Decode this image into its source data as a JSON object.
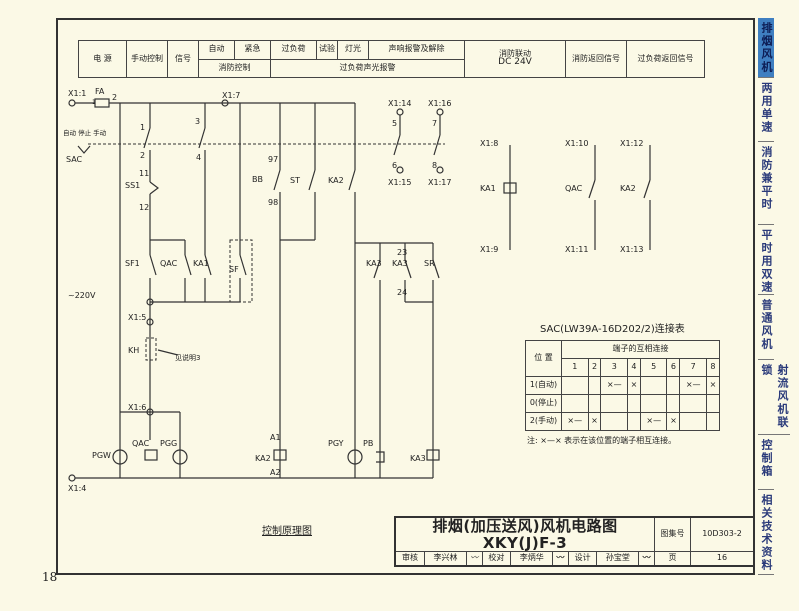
{
  "header_table": {
    "power": "电 源",
    "manual_control": "手动控制",
    "signal": "信号",
    "auto": "自动",
    "emergency": "紧急",
    "overload": "过负荷",
    "test": "试验",
    "light": "灯光",
    "sound_alarm": "声响报警及解除",
    "fire_control": "消防控制",
    "overload_alarm": "过负荷声光报警",
    "fire_link": "消防联动",
    "fire_link_voltage": "DC 24V",
    "fire_return": "消防返回信号",
    "overload_return": "过负荷返回信号"
  },
  "circuit": {
    "x1_1": "X1:1",
    "fa": "FA",
    "fa_1": "1",
    "fa_2": "2",
    "x1_7": "X1:7",
    "x1_14": "X1:14",
    "x1_16": "X1:16",
    "x1_15": "X1:15",
    "x1_17": "X1:17",
    "sac_positions": "自动 停止 手动",
    "sac": "SAC",
    "voltage": "~220V",
    "ss1": "SS1",
    "sf1": "SF1",
    "qac": "QAC",
    "ka1": "KA1",
    "sf": "SF",
    "bb": "BB",
    "st": "ST",
    "ka2": "KA2",
    "ka3a": "KA3",
    "ka3b": "KA3",
    "sr": "SR",
    "x1_5": "X1:5",
    "kh": "KH",
    "see_note": "见说明3",
    "x1_6": "X1:6",
    "pgw": "PGW",
    "qac_coil": "QAC",
    "pgg": "PGG",
    "ka2_coil": "KA2",
    "pgy": "PGY",
    "pb": "PB",
    "ka3_coil": "KA3",
    "x1_4": "X1:4",
    "x1_8": "X1:8",
    "ka1_r": "KA1",
    "x1_9": "X1:9",
    "x1_10": "X1:10",
    "qac_r": "QAC",
    "x1_11": "X1:11",
    "x1_12": "X1:12",
    "ka2_r": "KA2",
    "x1_13": "X1:13",
    "t1": "1",
    "t2": "2",
    "t3": "3",
    "t4": "4",
    "t11": "11",
    "t12": "12",
    "t97": "97",
    "t98": "98",
    "t5": "5",
    "t6": "6",
    "t7": "7",
    "t8": "8",
    "a1": "A1",
    "a2": "A2",
    "t23": "23",
    "t24": "24",
    "caption": "控制原理图"
  },
  "sac_table": {
    "title": "SAC(LW39A-16D202/2)连接表",
    "position_header": "位 置",
    "terminal_header": "端子的互相连接",
    "columns": [
      "1",
      "2",
      "3",
      "4",
      "5",
      "6",
      "7",
      "8"
    ],
    "rows": [
      {
        "label": "1(自动)",
        "links": [
          "",
          "",
          "×—",
          "×",
          "",
          "",
          "×—",
          "×"
        ]
      },
      {
        "label": "0(停止)",
        "links": [
          "",
          "",
          "",
          "",
          "",
          "",
          "",
          ""
        ]
      },
      {
        "label": "2(手动)",
        "links": [
          "×—",
          "×",
          "",
          "",
          "×—",
          "×",
          "",
          ""
        ]
      }
    ],
    "note": "注: ×—× 表示在该位置的端子相互连接。"
  },
  "title_block": {
    "title": "排烟(加压送风)风机电路图 XKY(J)F-3",
    "atlas_label": "图集号",
    "atlas_no": "10D303-2",
    "review_label": "审核",
    "reviewer": "李兴林",
    "check_label": "校对",
    "checker": "李炳华",
    "design_label": "设计",
    "designer": "孙宝堂",
    "page_label": "页",
    "page": "16"
  },
  "side_tabs": [
    {
      "label": "排烟风机",
      "active": true
    },
    {
      "label": "两用单速"
    },
    {
      "label": "消防兼平时"
    },
    {
      "label": "平时用双速"
    },
    {
      "label": "普通风机"
    },
    {
      "label": "射流风机联锁"
    },
    {
      "label": "控制箱"
    },
    {
      "label": "相关技术资料"
    }
  ],
  "page_number": "18",
  "colors": {
    "paper": "#fbf9e6",
    "tab_active": "#3f7fc1",
    "ink": "#333333"
  }
}
